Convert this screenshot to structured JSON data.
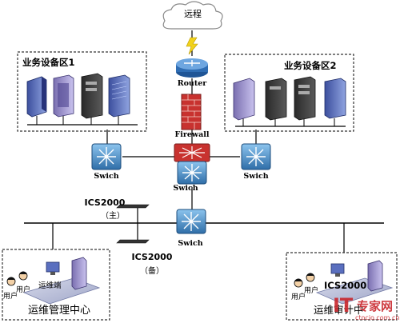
{
  "labels": {
    "internet": "远程",
    "router": "Router",
    "firewall": "Firewall",
    "zone1": "业务设备区1",
    "zone2": "业务设备区2",
    "switch_left": "Swich",
    "switch_center": "Swich",
    "switch_right": "Swich",
    "switch_bottom": "Swich",
    "ics_main": "ICS2000",
    "ics_main_sub": "（主）",
    "ics_backup": "ICS2000",
    "ics_backup_sub": "（备）",
    "ops_terminal": "运维端",
    "user_a": "用户",
    "user_b": "用户",
    "ops_center": "运维管理中心",
    "ics_right": "ICS2000",
    "ops_right": "运维审计中",
    "user_c": "用户",
    "user_d": "用户"
  },
  "watermark": {
    "brand": "IT",
    "text": "专家网",
    "domain": "ctocio.com.cn"
  },
  "colors": {
    "switch_blue": "#3f86c0",
    "firewall_red": "#c8322f",
    "router_blue": "#2f6db3",
    "lightning": "#f2d21b",
    "dashed_border": "#333333",
    "watermark_red": "#c9262c"
  }
}
